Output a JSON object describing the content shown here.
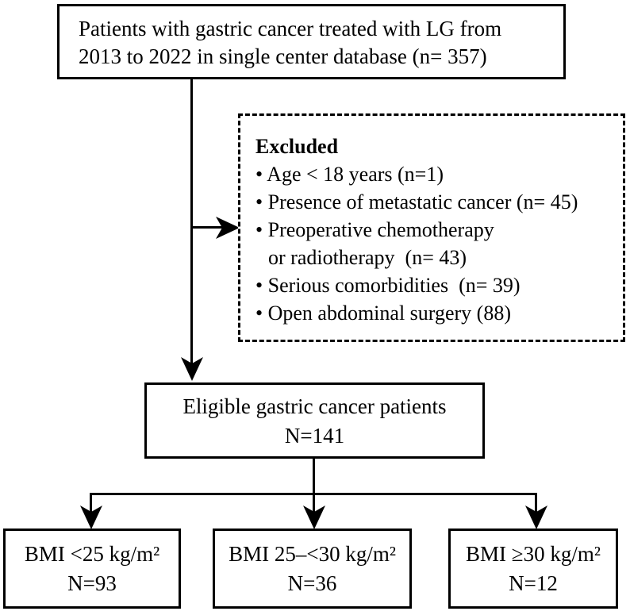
{
  "colors": {
    "ink": "#000000",
    "background": "#ffffff"
  },
  "flow": {
    "source_box": {
      "line1": "Patients with gastric cancer treated with LG from",
      "line2": "2013 to 2022 in single center database (n= 357)"
    },
    "excluded_box": {
      "title": "Excluded",
      "items": [
        {
          "text": "• Age < 18 years (n=1)"
        },
        {
          "text": "• Presence of metastatic cancer (n= 45)"
        },
        {
          "text": "• Preoperative chemotherapy",
          "continuation": "or radiotherapy  (n= 43)"
        },
        {
          "text": "• Serious comorbidities  (n= 39)"
        },
        {
          "text": "• Open abdominal surgery (88)"
        }
      ]
    },
    "eligible_box": {
      "line1": "Eligible gastric cancer patients",
      "line2": "N=141"
    },
    "bmi_boxes": [
      {
        "line1": "BMI <25 kg/m²",
        "line2": "N=93"
      },
      {
        "line1": "BMI 25–<30 kg/m²",
        "line2": "N=36"
      },
      {
        "line1": "BMI ≥30 kg/m²",
        "line2": "N=12"
      }
    ]
  }
}
